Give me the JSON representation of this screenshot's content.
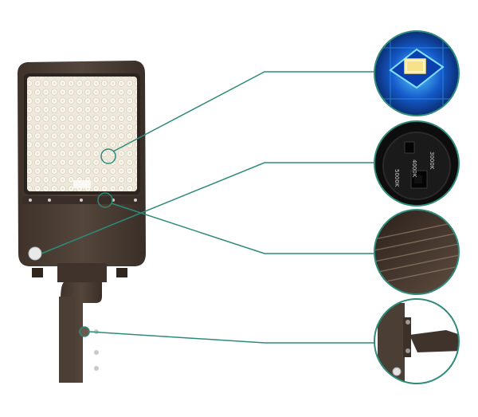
{
  "image": {
    "subject": "LED shoebox area light fixture with slip-fitter mount",
    "callout_line_color": "#2e8b7a",
    "housing_color": "#4a3c33",
    "led_panel_color": "#f3eee2",
    "callouts": [
      {
        "name": "led-chip-detail",
        "icon": "led-chip-icon"
      },
      {
        "name": "cct-switch-detail",
        "icon": "switch-icon",
        "labels": [
          "3000K",
          "4000K",
          "5000K"
        ]
      },
      {
        "name": "heatsink-fin-detail",
        "icon": "fin-icon"
      },
      {
        "name": "slip-fitter-detail",
        "icon": "mount-icon"
      }
    ]
  }
}
